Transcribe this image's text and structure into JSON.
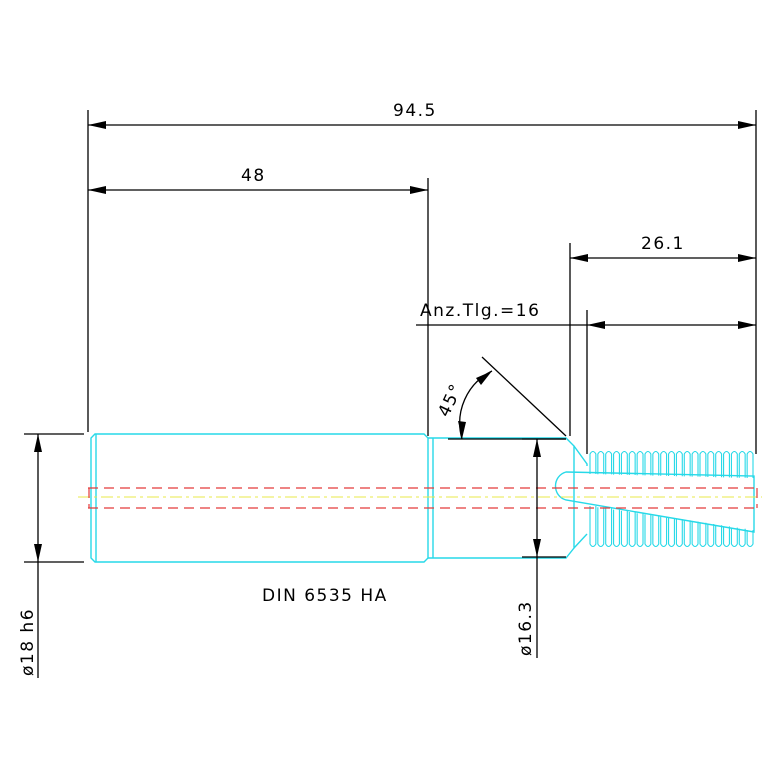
{
  "dimensions": {
    "overall_length": "94.5",
    "shank_length": "48",
    "flute_length": "26.1",
    "tooth_count": "Anz.Tlg.=16",
    "chamfer_angle": "45°",
    "shank_diameter": "ø18 h6",
    "neck_diameter": "ø16.3"
  },
  "standard": "DIN 6535 HA",
  "colors": {
    "part_outline": "#27d9e8",
    "dimension": "#000000",
    "centerline": "#e8e84a",
    "hidden_line": "#e43a3a"
  }
}
